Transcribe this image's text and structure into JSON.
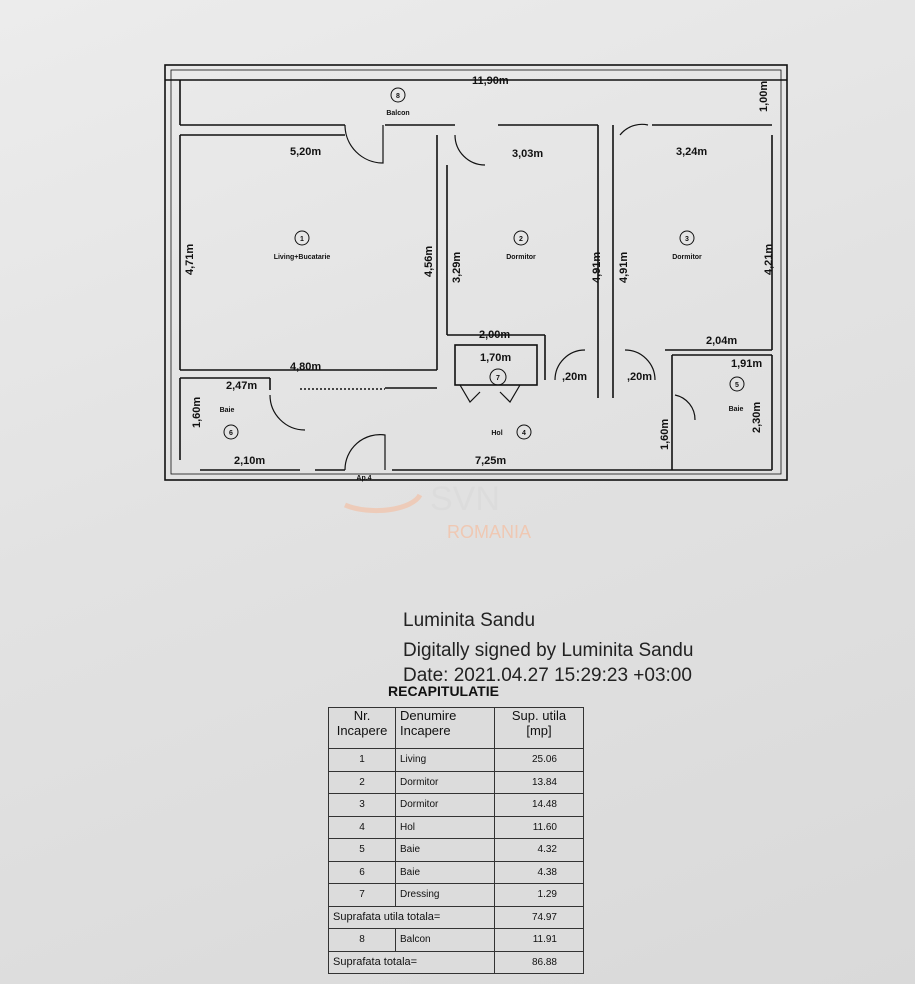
{
  "plan": {
    "dimensions": {
      "overall_width": "11,90m",
      "balcony_depth": "1,00m",
      "living_width": "5,20m",
      "dorm2_width": "3,03m",
      "dorm3_width": "3,24m",
      "living_left": "4,71m",
      "living_right": "4,56m",
      "dorm2_left": "3,29m",
      "dorm2_right": "4,91m",
      "dorm3_left": "4,91m",
      "dorm3_right": "4,21m",
      "dorm2_bottom": "2,00m",
      "dorm3_bottom": "2,04m",
      "dressing_width": "1,70m",
      "bath5_width": "1,91m",
      "living_bottom": "4,80m",
      "bath6_width_top": "2,47m",
      "door_a": ",20m",
      "door_b": ",20m",
      "bath6_height": "1,60m",
      "hall_right": "1,60m",
      "bath5_height": "2,30m",
      "bath6_width_bottom": "2,10m",
      "hall_length": "7,25m"
    },
    "rooms": [
      {
        "number": "1",
        "name": "Living+Bucatarie"
      },
      {
        "number": "2",
        "name": "Dormitor"
      },
      {
        "number": "3",
        "name": "Dormitor"
      },
      {
        "number": "4",
        "name": "Hol"
      },
      {
        "number": "5",
        "name": "Baie"
      },
      {
        "number": "6",
        "name": "Baie"
      },
      {
        "number": "7",
        "name": ""
      },
      {
        "number": "8",
        "name": "Balcon"
      }
    ],
    "apartment": "Ap.4"
  },
  "watermark": {
    "brand": "SVN",
    "sub": "ROMANIA"
  },
  "signature": {
    "name": "Luminita Sandu",
    "signed": "Digitally signed by Luminita Sandu",
    "date": "Date: 2021.04.27 15:29:23 +03:00"
  },
  "table": {
    "title": "RECAPITULATIE",
    "headers": [
      "Nr. Incapere",
      "Denumire Incapere",
      "Sup. utila [mp]"
    ],
    "rows": [
      [
        "1",
        "Living",
        "25.06"
      ],
      [
        "2",
        "Dormitor",
        "13.84"
      ],
      [
        "3",
        "Dormitor",
        "14.48"
      ],
      [
        "4",
        "Hol",
        "11.60"
      ],
      [
        "5",
        "Baie",
        "4.32"
      ],
      [
        "6",
        "Baie",
        "4.38"
      ],
      [
        "7",
        "Dressing",
        "1.29"
      ]
    ],
    "subtotal_label": "Suprafata utila totala=",
    "subtotal_value": "74.97",
    "balcony_row": [
      "8",
      "Balcon",
      "11.91"
    ],
    "total_label": "Suprafata totala=",
    "total_value": "86.88"
  }
}
